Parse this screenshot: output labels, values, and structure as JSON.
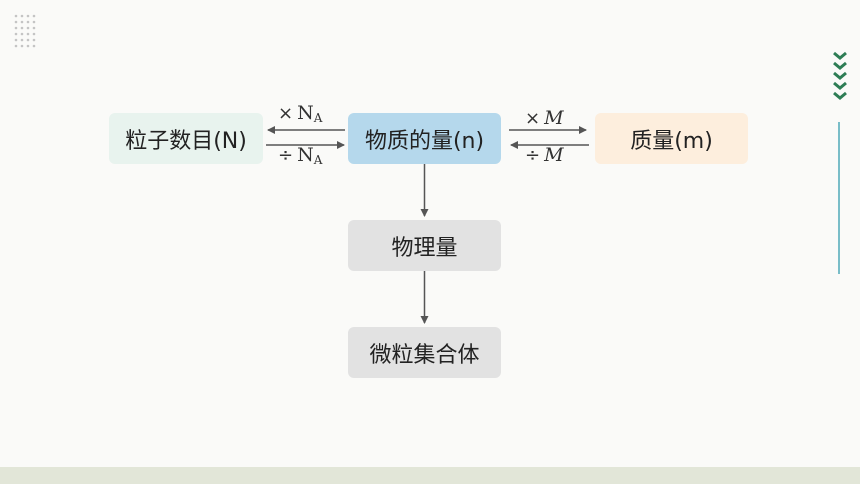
{
  "diagram": {
    "nodes": {
      "particle_count": "粒子数目(N)",
      "amount_of_substance": "物质的量(n)",
      "mass": "质量(m)",
      "physical_quantity": "物理量",
      "particle_collection": "微粒集合体"
    },
    "operations": {
      "multiply_na": {
        "symbol": "×",
        "var": "N",
        "sub": "A"
      },
      "divide_na": {
        "symbol": "÷",
        "var": "N",
        "sub": "A"
      },
      "multiply_m": {
        "symbol": "×",
        "var": "M"
      },
      "divide_m": {
        "symbol": "÷",
        "var": "M"
      }
    },
    "colors": {
      "particle_count_bg": "#e8f3ee",
      "amount_bg": "#b5d8ec",
      "mass_bg": "#fdeedd",
      "gray_bg": "#e2e2e2",
      "chevron": "#2e7d55",
      "side_line": "#79bdc8"
    }
  }
}
